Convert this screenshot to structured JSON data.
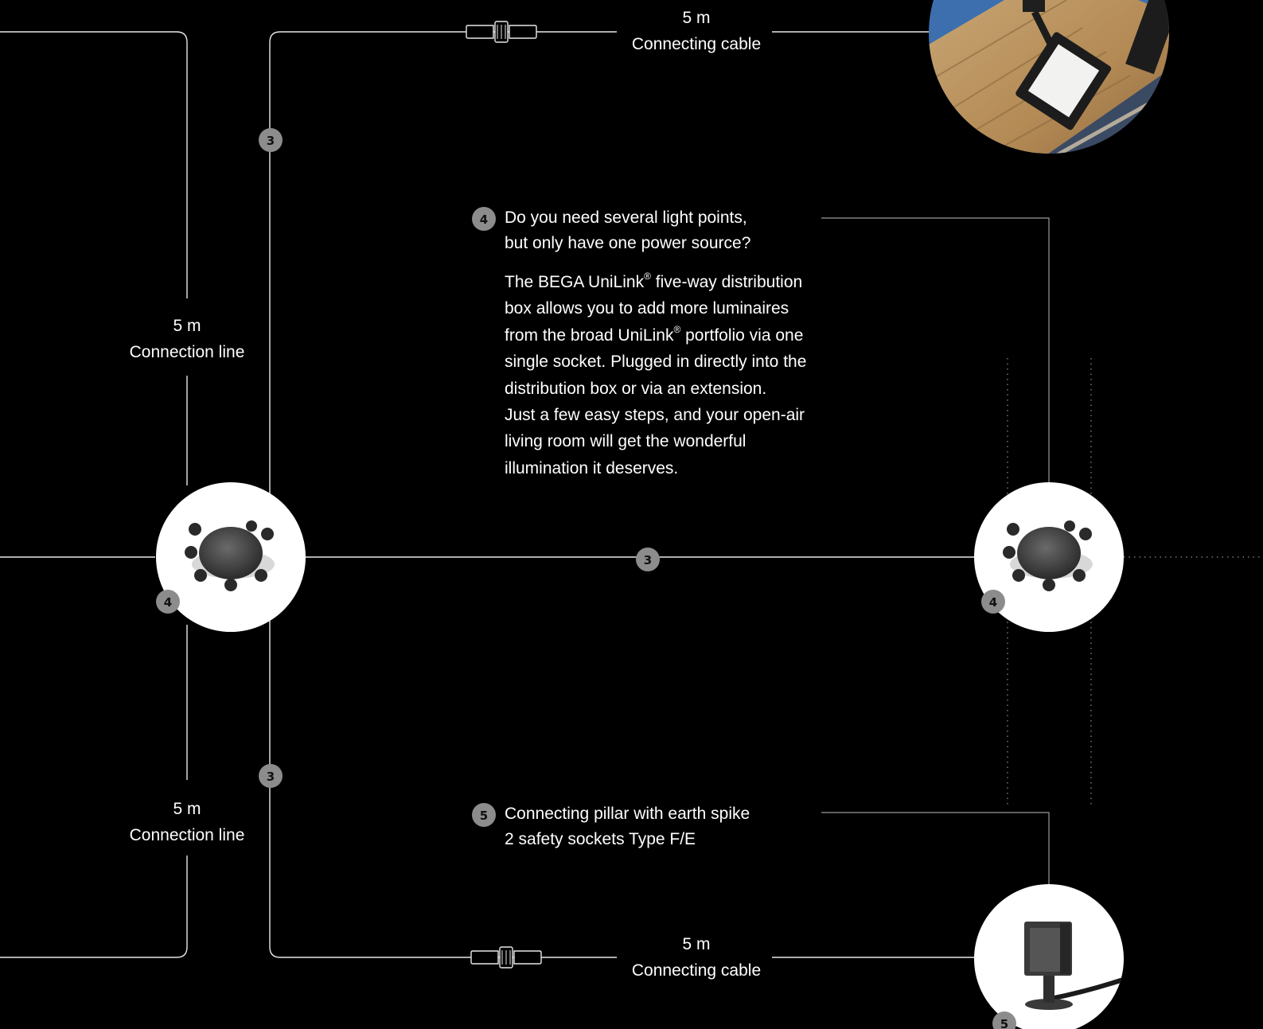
{
  "colors": {
    "background": "#000000",
    "line": "#e8e8e8",
    "badge_fill": "#8c8c8c",
    "badge_text": "#111111",
    "node_fill": "#ffffff"
  },
  "cable_top": {
    "length": "5 m",
    "label": "Connecting cable"
  },
  "cable_bottom": {
    "length": "5 m",
    "label": "Connecting cable"
  },
  "line_upper": {
    "length": "5 m",
    "label": "Connection line"
  },
  "line_lower": {
    "length": "5 m",
    "label": "Connection line"
  },
  "badges": {
    "three": "3",
    "four": "4",
    "five": "5"
  },
  "item4": {
    "number": "4",
    "heading_1": "Do you need several light points,",
    "heading_2": "but only have one power source?",
    "body_1a": "The BEGA UniLink",
    "body_1b": " five-way distribution",
    "body_2": "box allows you to add more luminaires",
    "body_3a": "from the broad UniLink",
    "body_3b": " portfolio via one",
    "body_4": "single socket. Plugged in directly into the",
    "body_5": "distribution box or via an extension.",
    "body_6": "Just a few easy steps, and your open-air",
    "body_7": "living room will get the wonderful",
    "body_8": "illumination it deserves.",
    "registered": "®"
  },
  "item5": {
    "number": "5",
    "line_1": "Connecting pillar with earth spike",
    "line_2": "2 safety sockets Type F/E"
  },
  "images": {
    "distribution_box": "distribution-box-image",
    "floodlight": "floodlight-photo",
    "pillar": "connecting-pillar-image"
  }
}
